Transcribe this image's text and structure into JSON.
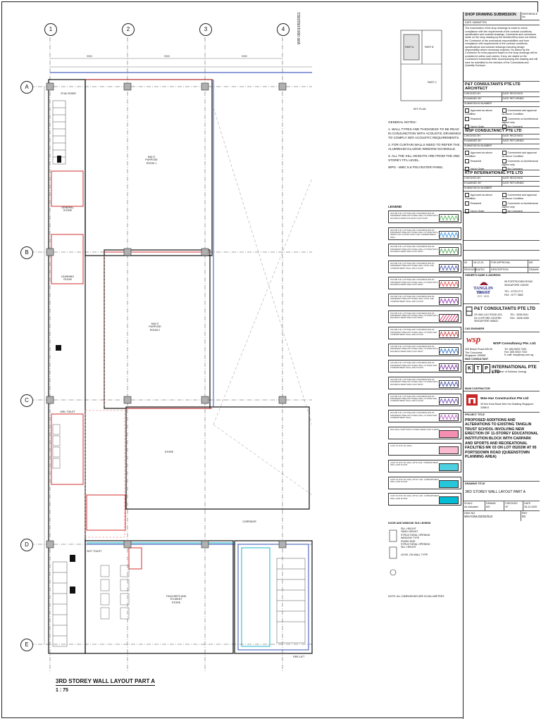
{
  "title_block": {
    "submission_title": "SHOP DRAWING SUBMISSION",
    "reference_no_label": "REFERENCE No",
    "date_submitted_label": "DATE SUBMITTED",
    "statement": "The examination of the shop drawings is made to check compliance with the requirements of the contract conditions, specification and contract drawings. Comments and corrections made on the shop drawing by the Architect/Key does not relieve the Contractor of the contractual responsibilities and from compliance with requirements of the contract conditions, specifications and contract drawings including design responsibility where necessary required. No claims by the Contractor for extra payment based on the shop drawings will be considered unless such claims, if any, are stated on the Contractor's transmittal letter accompanying this drawing and will have be submitted to the decision of the Consultants and Quantity Surveyor.",
    "reviewers": [
      {
        "name": "P&T CONSULTANTS PTE LTD ARCHITECT"
      },
      {
        "name": "WSP CONSULTANCY PTE LTD"
      },
      {
        "name": "KTP INTERNATIONAL PTE LTD"
      }
    ],
    "review_fields": {
      "checked_by": "CHECKED BY",
      "date_received": "DATE RECEIVED",
      "examined_by": "EXAMINED BY",
      "date_returned": "DATE RETURNED",
      "submission_no": "SUBMISSION NUMBER",
      "approved_cond": "Approved as above Condition",
      "comment_approval": "Commented and approval as above Condition",
      "resubmit": "Resubmit",
      "comments_arch": "Comments on Architectural aspect only",
      "not_in_order": "Not in Order",
      "no_comment": "No Comment"
    },
    "revision": {
      "no": "00",
      "date": "28-12-20",
      "description": "FOR APPROVAL",
      "by": "MS",
      "headers": [
        "REVISION",
        "DATED",
        "DESCRIPTION",
        "DRAWN"
      ]
    },
    "owner_label": "OWNER'S NAME & ADDRESS",
    "owner": {
      "name": "TANGLIN TRUST",
      "sub": "SCHOOL",
      "est": "EST. 1925",
      "address": "95 PORTSDOWN ROAD SINGAPORE 139299",
      "tel": "TEL : 6778 0771",
      "fax": "FAX : 6777 5862"
    },
    "architect": {
      "name": "P&T CONSULTANTS PTE LTD",
      "addr": "29 HAN LUO ROAD #23-03 CLIFFORD CENTRE SINGAPORE 048622",
      "tel": "TEL : 6536 8311",
      "fax": "FAX : 6536 5355",
      "role": "C&S ENGINEER"
    },
    "cs_engineer": {
      "logo": "wsp",
      "name": "WSP Consultancy Pte. Ltd.",
      "addr": "300 Beach Road #05-06 The Concourse Singapore 199555",
      "tel": "Tel: (65) 6533 7333",
      "fax": "Fax: (65) 6533 7332",
      "email": "E-mail: wsp@wsp.com.sg",
      "role": "M&E CONSULTANT"
    },
    "me_consultant": {
      "letters": [
        "K",
        "T",
        "P"
      ],
      "name": "INTERNATIONAL PTE LTD",
      "sub": "(A Member of Surbana Jurong)",
      "role": "MAIN CONTRACTOR"
    },
    "contractor": {
      "name": "Wee Hur Construction Pte Ltd",
      "addr": "39 Kim Keat Road Wee Hur Building Singapore 328814"
    },
    "project_title_label": "PROJECT TITLE",
    "project_title": "PROPOSED ADDITIONS AND ALTERATIONS TO EXISTING TANGLIN TRUST SCHOOL INVOLVING NEW ERECTION OF 11-STOREY EDUCATIONAL INSTITUTION BLOCK WITH CARPARK AND SPORTS AND RECREATIONAL FACILITIES MK 03 ON LOT 05202W AT 95 PORTSDOWN ROAD (QUEENSTOWN PLANNING AREA)",
    "drawing_title_label": "DRAWING TITLE",
    "drawing_title": "3RD STOREY WALL LAYOUT PART A",
    "meta_headers": [
      "SCALE",
      "DRAWN",
      "CHECKED",
      "DATE"
    ],
    "meta_values": [
      "As indicated",
      "MS",
      "VF",
      "28-12-2020"
    ],
    "dwg_no_label": "DWG NO.",
    "rev_label": "REV",
    "dwg_no": "WH/A/WL/03/02/010",
    "rev": "00"
  },
  "plan": {
    "columns": [
      "1",
      "2",
      "3",
      "4"
    ],
    "rows": [
      "A",
      "B",
      "C",
      "D",
      "E"
    ],
    "drawing_label": "3RD STOREY WALL LAYOUT PART A",
    "scale": "1 : 75",
    "key_plan_label": "KEY PLAN",
    "key_parts": [
      "PART A",
      "PART B",
      "PART C"
    ],
    "general_notes_title": "GENERAL NOTES :",
    "general_notes": [
      "1. WALL TYPES AND THICKNESS TO BE READ IN CONJUNCTION WITH ACOUSTIC DRAWINGS TO COMPLY W/O ACOUSTIC REQUIREMENTS.",
      "2. FOR CURTAIN WALLS NEED TO REFER THE ALUMINIUM GLAZING WINDOW SCHEDULE.",
      "3. ALL THE SILL HEIGHTS ARE FROM THE 2ND STOREY FFL LEVEL.",
      "WPG - WBC 5.6 POLYESTER PANEL"
    ],
    "legend_title": "LEGEND",
    "legend": [
      {
        "text": "200 MM THK LATTICELAND CONCRETE BOLSS DIFFERENT PRECAST PANEL WALL SYSTEM WITH MAXIMUM 30MM FOR SKIM COAT PAINT",
        "color": "#4caf50",
        "pattern": "zig"
      },
      {
        "text": "200 MM THK LATTICELAND CONCRETE BOLSS DIFFERENT PRECAST PANEL WALL SYSTEM WITH 30MM COAT & PAINT WITH 1HR. COMPARTMENT WALL",
        "color": "#1e88e5",
        "pattern": "zig"
      },
      {
        "text": "200 MM THK LATTICELAND CONCRETE BOLSS DIFFERENT PRECAST PANEL WALL SYSTEM WITH MAXIMUM 30MM SKIM COAT PAINT",
        "color": "#43a047",
        "pattern": "zig"
      },
      {
        "text": "200 MM THK LATTICELAND CONCRETE BOLSS DIFFERENT PRECAST PANEL WALL WITH 1HR. COMPARTMENT WALL AND FLOOR",
        "color": "#3949ab",
        "pattern": "zig"
      },
      {
        "text": "150 MM THK LATTICELAND CONCRETE BOLSS DIFFERENT PRECAST PANEL WALL SYSTEM WITH MAXIMUM 30MM SKIM COAT PAINT",
        "color": "#e53935",
        "pattern": "zig"
      },
      {
        "text": "150 MM THK LATTICELAND CONCRETE BOLSS DIFFERENT PRECAST PANEL WALL WITH 1HR. COMPARTMENT WALL AND FLOOR",
        "color": "#8e24aa",
        "pattern": "zig"
      },
      {
        "text": "150 MM THK LATTICELAND CONCRETE BOLSS DIFFERENT PRECAST PANEL WALL SYSTEM WITH MAXIMUM 30MM SKIM COAT PAINT",
        "color": "#d81b60",
        "pattern": "hatch"
      },
      {
        "text": "150 MM THK LATTICELAND CONCRETE BOLSS DIFFERENT PRECAST PANEL WALL SYSTEM 2HR. COMPARTMENT WALL AND FLOOR",
        "color": "#c62828",
        "pattern": "zig"
      },
      {
        "text": "125 MM THK LATTICELAND CONCRETE BOLSS DIFFERENT PRECAST PANEL WALL SYSTEM WITH MAXIMUM 30MM SKIM COAT PAINT",
        "color": "#1565c0",
        "pattern": "zig"
      },
      {
        "text": "125 MM THK LATTICELAND CONCRETE BOLSS DIFFERENT PRECAST PANEL WALL SYSTEM 1HR. COMPARTMENT WALL AND FLOOR",
        "color": "#6a1b9a",
        "pattern": "zig"
      },
      {
        "text": "100 MM THK LATTICELAND CONCRETE BOLSS DIFFERENT PRECAST PANEL WALL SYSTEM WITH MAXIMUM 30MM SKIM COAT PAINT",
        "color": "#283593",
        "pattern": "zig"
      },
      {
        "text": "100 MM THK LATTICELAND CONCRETE BOLSS DIFFERENT PRECAST PANEL WALL SYSTEM 1HR. COMPARTMENT WALL AND FLOOR",
        "color": "#5e35b1",
        "pattern": "zig"
      },
      {
        "text": "200 MM THK LATTICELAND CONCRETE BOLSS DIFFERENT PRECAST PANEL WALL SYSTEM 2HR. COMPARTMENT WALL",
        "color": "#ab47bc",
        "pattern": "zig"
      },
      {
        "text": "25% WALL PARTITION SYSTEM 20MM COAT & PAINT",
        "color": "#f48fb1",
        "pattern": "solid"
      },
      {
        "text": "CAST IN SITU RC WALL",
        "color": "#f8bbd0",
        "pattern": "solid"
      },
      {
        "text": "CAST IN SITU RC WALL WITH 1HR. COMPARTMENT WALL AND FLOOR",
        "color": "#4dd0e1",
        "pattern": "solid"
      },
      {
        "text": "CAST IN SITU RC WALL WITH 2 HR. COMPARTMENT WALL AND FLOOR",
        "color": "#26c6da",
        "pattern": "solid"
      },
      {
        "text": "CAST IN SITU RC WALL WITH 4 HR. COMPARTMENT WALL AND FLOOR",
        "color": "#00bcd4",
        "pattern": "solid"
      }
    ],
    "door_legend_title": "DOOR AND WINDOW TAG LEGEND",
    "door_legend": [
      "SILL HEIGHT",
      "HEAD HEIGHT",
      "STRUCTURAL OPENING",
      "WINDOW TYPE",
      "FINISH SIZE",
      "STRUCTURAL OPENING",
      "SILL HEIGHT",
      "LEVEL ON WALL TYPE"
    ],
    "note_dims": "NOTE: ALL DIMENSIONS ARE IN MILLIMETRES",
    "rooms": [
      {
        "id": "r1",
        "label": "STUD RISER"
      },
      {
        "id": "r2",
        "label": "MULTI PURPOSE ROOM 1"
      },
      {
        "id": "r3",
        "label": "MULTI PURPOSE ROOM 2"
      },
      {
        "id": "r4",
        "label": "STORE"
      },
      {
        "id": "r5",
        "label": "GENERAL STORE"
      },
      {
        "id": "r6",
        "label": "LEARNING ROOM"
      },
      {
        "id": "r7",
        "label": "GIRL TOILET"
      },
      {
        "id": "r8",
        "label": "BOY TOILET"
      },
      {
        "id": "r9",
        "label": "TEACHER'S AND STUDENT STORE"
      },
      {
        "id": "r10",
        "label": "FIRE LIFT"
      },
      {
        "id": "r11",
        "label": "CORRIDOR"
      }
    ],
    "side_label": "W/R 09/01/0502/811"
  }
}
